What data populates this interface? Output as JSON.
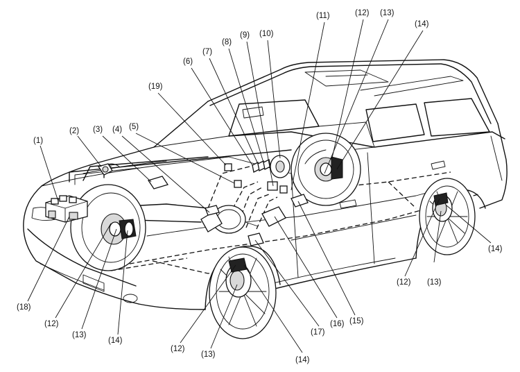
{
  "diagram": {
    "callouts": [
      {
        "id": "c1",
        "text": "(1)"
      },
      {
        "id": "c2",
        "text": "(2)"
      },
      {
        "id": "c3",
        "text": "(3)"
      },
      {
        "id": "c4",
        "text": "(4)"
      },
      {
        "id": "c5",
        "text": "(5)"
      },
      {
        "id": "c6",
        "text": "(6)"
      },
      {
        "id": "c7",
        "text": "(7)"
      },
      {
        "id": "c8",
        "text": "(8)"
      },
      {
        "id": "c9",
        "text": "(9)"
      },
      {
        "id": "c10",
        "text": "(10)"
      },
      {
        "id": "c11",
        "text": "(11)"
      },
      {
        "id": "c12a",
        "text": "(12)"
      },
      {
        "id": "c13a",
        "text": "(13)"
      },
      {
        "id": "c14a",
        "text": "(14)"
      },
      {
        "id": "c19",
        "text": "(19)"
      },
      {
        "id": "c18",
        "text": "(18)"
      },
      {
        "id": "c12b",
        "text": "(12)"
      },
      {
        "id": "c13b",
        "text": "(13)"
      },
      {
        "id": "c14b",
        "text": "(14)"
      },
      {
        "id": "c12c",
        "text": "(12)"
      },
      {
        "id": "c13c",
        "text": "(13)"
      },
      {
        "id": "c14c",
        "text": "(14)"
      },
      {
        "id": "c17",
        "text": "(17)"
      },
      {
        "id": "c16",
        "text": "(16)"
      },
      {
        "id": "c15",
        "text": "(15)"
      },
      {
        "id": "c12d",
        "text": "(12)"
      },
      {
        "id": "c13d",
        "text": "(13)"
      },
      {
        "id": "c14d",
        "text": "(14)"
      }
    ]
  }
}
